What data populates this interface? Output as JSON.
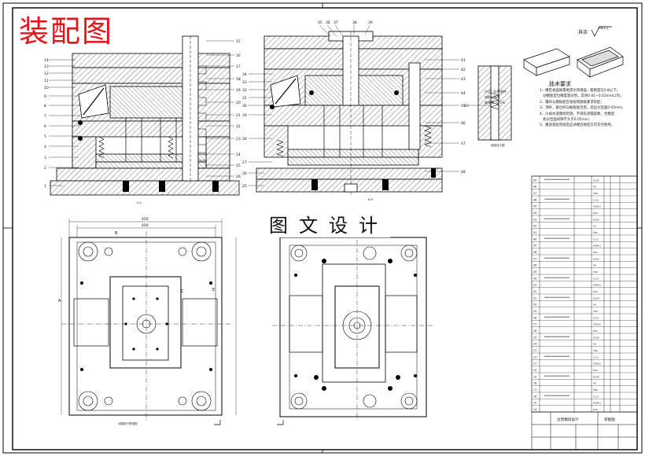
{
  "title": "装配图",
  "watermark": "图文设计",
  "tech": {
    "head": "技术要求",
    "notes": "1、模腔表面质量要求达到镜面，粗糙度在0.8以下；\n   动模板定位精度须达到，其余0.01~0.02mm以内；\n2、镶块与模板配合须按照图纸要求装配；\n3、顶杆、复位杆与推板贴合后，高出分型面0.05mm；\n4、冷却水道需经检测，不得有渗漏现象，合模后\n   各分型面间隙不大于0.05mm；\n5、模具装配完成后应试模合格后方可交付使用。",
    "plastic": "产品: 外壳塑件\n材料: ABS\n收缩率: 0.5%"
  },
  "roughness": {
    "label": "其余",
    "value": "Ra3.2"
  },
  "title_block": {
    "name": "注塑模具设计",
    "drawing": "装配图"
  },
  "labels": {
    "section_a": "A-A",
    "section_b": "B-B",
    "plan": "动模部分俯视图",
    "detail": "局部放大图"
  },
  "dims": {
    "overall_width": "450",
    "inner_width": "400"
  },
  "bom_rows": 36,
  "bom_material": [
    "Q235",
    "45",
    "T8A",
    "Cr12",
    "SKD61",
    "P20"
  ]
}
